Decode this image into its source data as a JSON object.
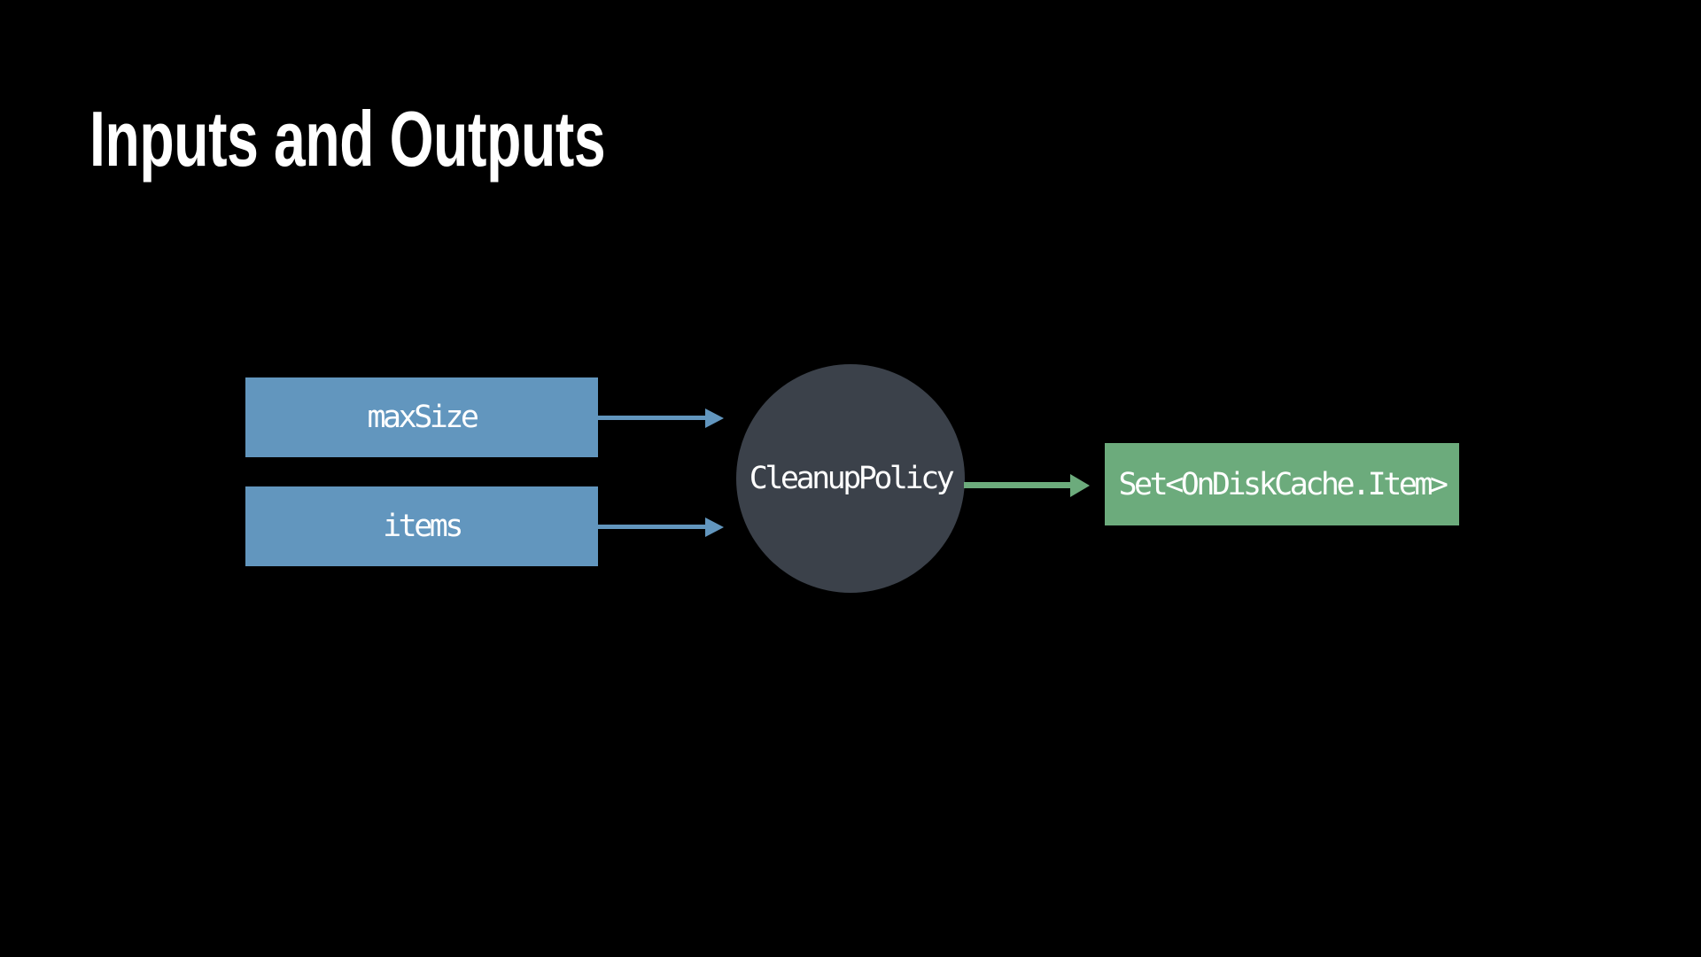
{
  "slide": {
    "title": "Inputs and Outputs",
    "background_color": "#000000",
    "title_color": "#FFFFFF"
  },
  "diagram": {
    "inputs": [
      {
        "label": "maxSize"
      },
      {
        "label": "items"
      }
    ],
    "process": {
      "label": "CleanupPolicy",
      "shape": "circle"
    },
    "output": {
      "label": "Set<OnDiskCache.Item>"
    },
    "colors": {
      "input_box_fill": "#6296BE",
      "input_arrow": "#6296BE",
      "process_circle_fill": "#3B414A",
      "output_box_fill": "#6CAB7C",
      "output_arrow": "#6CAB7C",
      "label_text": "#FFFFFF"
    }
  }
}
